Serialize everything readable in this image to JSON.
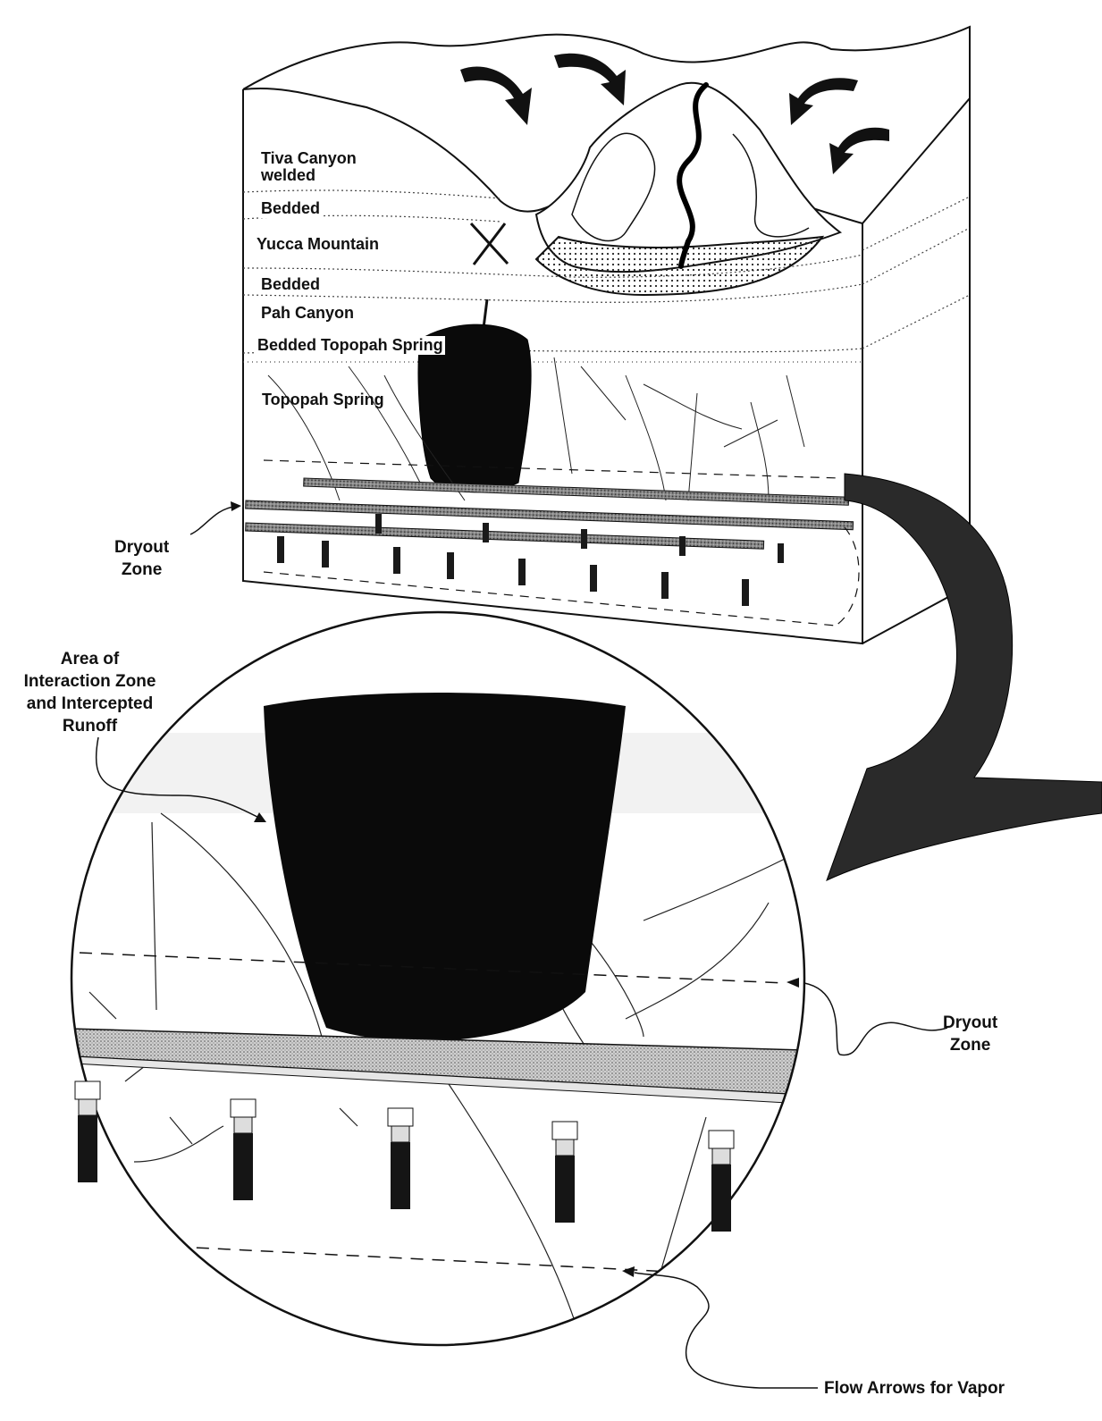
{
  "layers": {
    "tiva_canyon": "Tiva Canyon\nwelded",
    "bedded_1": "Bedded",
    "yucca_mountain": "Yucca Mountain",
    "bedded_2": "Bedded",
    "pah_canyon": "Pah Canyon",
    "bedded_topopah": "Bedded Topopah Spring",
    "topopah_spring": "Topopah Spring"
  },
  "callouts": {
    "dryout_zone_upper": "Dryout\nZone",
    "interaction_zone": "Area of\nInteraction Zone\nand Intercepted\nRunoff",
    "dryout_zone_lower": "Dryout\nZone",
    "flow_arrows": "Flow Arrows for Vapor"
  }
}
